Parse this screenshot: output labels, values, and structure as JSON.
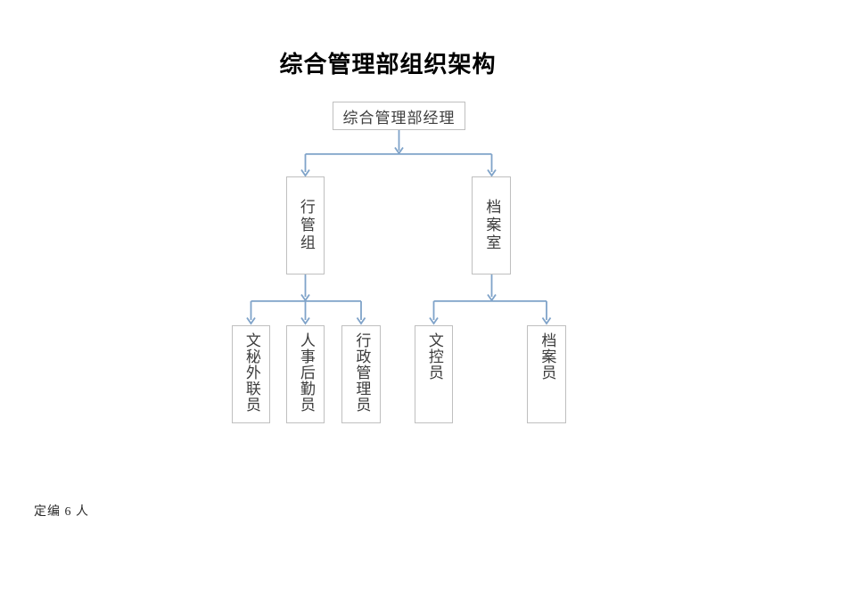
{
  "title": "综合管理部组织架构",
  "footer_note": "定编 6 人",
  "colors": {
    "connector": "#7fa3c9",
    "box_border": "#bfbfbf",
    "box_text": "#3d3d3d",
    "title_text": "#000000",
    "page_bg": "#ffffff"
  },
  "org_chart": {
    "root": {
      "label": "综合管理部经理"
    },
    "departments": [
      {
        "label": "行管组"
      },
      {
        "label": "档案室"
      }
    ],
    "roles": [
      {
        "label": "文秘外联员"
      },
      {
        "label": "人事后勤员"
      },
      {
        "label": "行政管理员"
      },
      {
        "label": "文控员"
      },
      {
        "label": "档案员"
      }
    ]
  }
}
